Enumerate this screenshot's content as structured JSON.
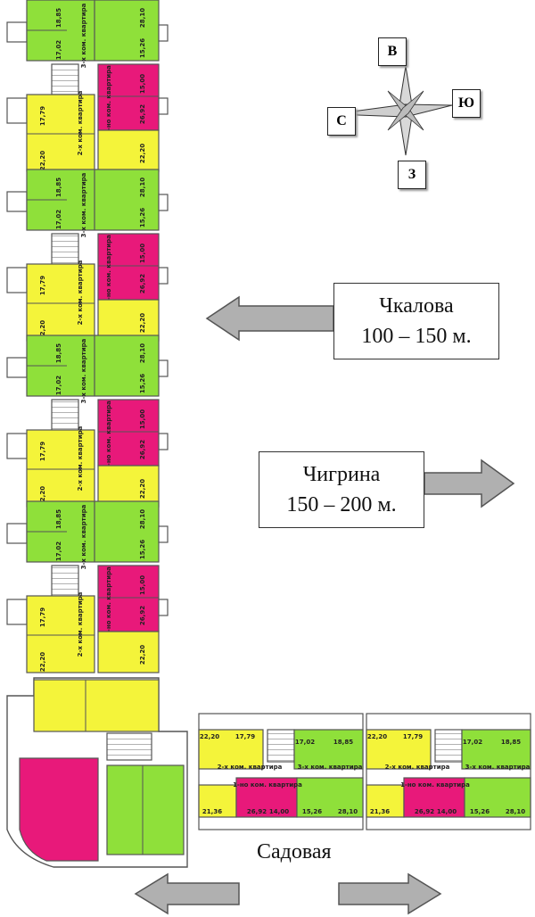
{
  "compass": {
    "north": "В",
    "east": "Ю",
    "south": "З",
    "west": "С"
  },
  "directions": {
    "chkalova": {
      "street": "Чкалова",
      "distance": "100 – 150 м."
    },
    "chigrina": {
      "street": "Чигрина",
      "distance": "150 – 200 м."
    },
    "sadovaya": {
      "street": "Садовая"
    }
  },
  "colors": {
    "three_room": "#8fe03a",
    "two_room": "#f4f43a",
    "one_room": "#e8197a",
    "walls": "#555555",
    "arrow": "#b0b0b0"
  },
  "plan_labels": {
    "three_room": "3-х ком. квартира",
    "two_room": "2-х ком. квартира",
    "one_room": "1-но ком. квартира",
    "areas_vertical": [
      "18,85",
      "17,02",
      "28,10",
      "15,26",
      "15,00",
      "26,92",
      "17,79",
      "22,20",
      "22,20"
    ],
    "areas_horizontal": [
      "22,20",
      "17,79",
      "17,02",
      "18,85",
      "21,36",
      "26,92",
      "14,00",
      "15,26",
      "28,10"
    ]
  }
}
